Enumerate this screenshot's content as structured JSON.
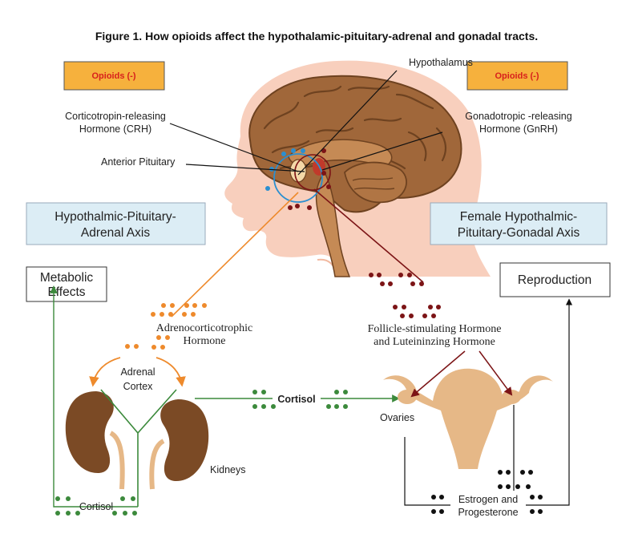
{
  "figure": {
    "title": "Figure 1. How opioids affect the hypothalamic-pituitary-adrenal and gonadal tracts."
  },
  "opioid_boxes": {
    "left": "Opioids (-)",
    "right": "Opioids (-)"
  },
  "brain_labels": {
    "hypothalamus": "Hypothalamus",
    "crh_line1": "Corticotropin-releasing",
    "crh_line2": "Hormone (CRH)",
    "gnrh_line1": "Gonadotropic -releasing",
    "gnrh_line2": "Hormone (GnRH)",
    "anterior_pituitary": "Anterior Pituitary"
  },
  "axes": {
    "hpa_line1": "Hypothalmic-Pituitary-",
    "hpa_line2": "Adrenal Axis",
    "hpg_line1": "Female Hypothalmic-",
    "hpg_line2": "Pituitary-Gonadal Axis"
  },
  "outcomes": {
    "metabolic_line1": "Metabolic",
    "metabolic_line2": "Effects",
    "reproduction": "Reproduction"
  },
  "hormones": {
    "acth_line1": "Adrenocorticotrophic",
    "acth_line2": "Hormone",
    "fsh_line1": "Follicle-stimulating Hormone",
    "fsh_line2": "and Luteininzing Hormone",
    "cortisol_center": "Cortisol",
    "cortisol_bottom": "Cortisol",
    "estrogen_line1": "Estrogen and",
    "estrogen_line2": "Progesterone"
  },
  "organs": {
    "adrenal_line1": "Adrenal",
    "adrenal_line2": "Cortex",
    "kidneys": "Kidneys",
    "ovaries": "Ovaries"
  },
  "colors": {
    "skin": "#f8cfbd",
    "brain": "#a0673a",
    "brain_dark": "#6e4220",
    "organ": "#e6b887",
    "kidney": "#7b4a25",
    "orange": "#ee8a2c",
    "maroon": "#7c1416",
    "green": "#3c8a3c",
    "blue": "#2b8fd0",
    "black": "#111111",
    "opioid_fill": "#f6b13d",
    "axis_fill": "#dcedf5"
  }
}
